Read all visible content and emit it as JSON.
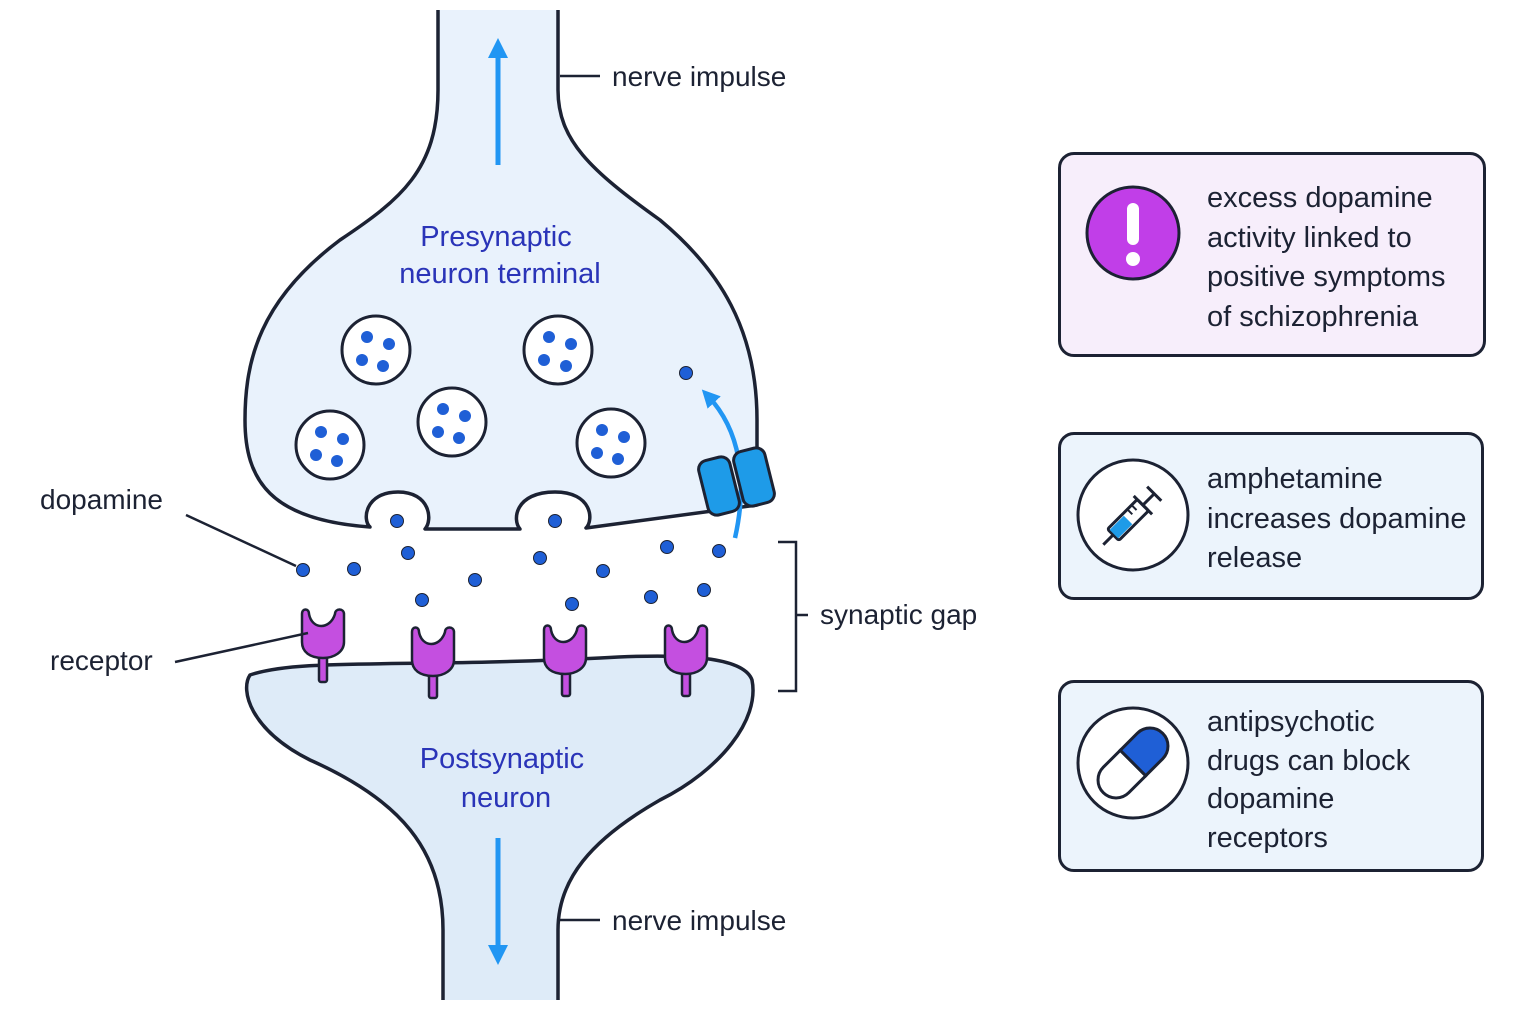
{
  "labels": {
    "presynaptic": [
      "Presynaptic",
      "neuron terminal"
    ],
    "postsynaptic": [
      "Postsynaptic",
      "neuron"
    ],
    "nerve_impulse_top": "nerve impulse",
    "nerve_impulse_bottom": "nerve impulse",
    "dopamine": "dopamine",
    "receptor": "receptor",
    "synaptic_gap": "synaptic gap"
  },
  "cards": [
    {
      "icon": "exclamation-icon",
      "lines": [
        "excess dopamine",
        "activity linked to",
        "positive symptoms",
        "of schizophrenia"
      ]
    },
    {
      "icon": "syringe-icon",
      "lines": [
        "amphetamine",
        "increases dopamine",
        "release"
      ]
    },
    {
      "icon": "pill-icon",
      "lines": [
        "antipsychotic",
        "drugs can block",
        "dopamine",
        "receptors"
      ]
    }
  ],
  "colors": {
    "outline": "#1c2233",
    "neuron_fill": "#e9f2fc",
    "postsynaptic_fill": "#deebf8",
    "dopamine": "#1f5fd6",
    "receptor": "#c44fe0",
    "arrow": "#2196f3",
    "transporter": "#1e9be8",
    "title_text": "#2a34b8",
    "alert_card_fill": "#f7eefb",
    "info_card_fill": "#ecf4fc",
    "alert_icon": "#c13ee8"
  }
}
